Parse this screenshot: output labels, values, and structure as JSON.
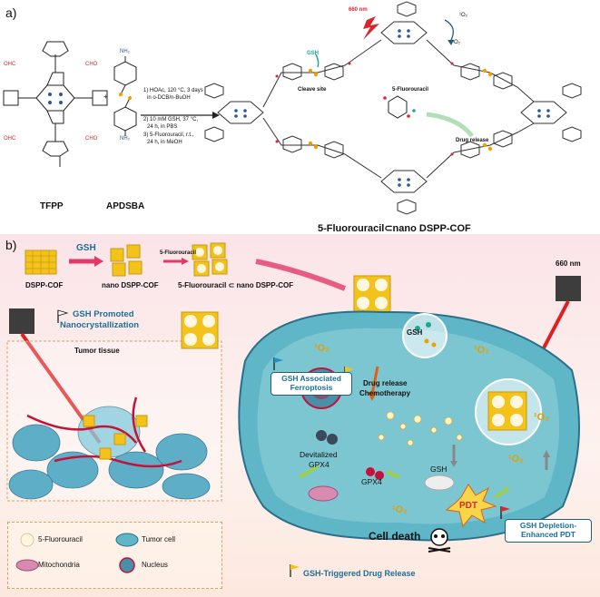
{
  "panel_a": {
    "label": "a)",
    "light_label": "660 nm",
    "singlet_oxygen": "¹O₂",
    "triplet_oxygen": "³O₂",
    "gsh_label": "GSH",
    "cleave_site": "Cleave site",
    "fluorouracil": "5-Fluorouracil",
    "drug_release": "Drug release",
    "tfpp": "TFPP",
    "apdsba": "APDSBA",
    "product": "5-Fluorouracil⊂nano DSPP-COF",
    "cond1_l1": "1) HOAc, 120 °C, 3 days",
    "cond1_l2": "in o-DCB/n-BuOH",
    "cond2_l1": "2) 10 mM GSH, 37 °C,",
    "cond2_l2": "24 h, in PBS",
    "cond3_l1": "3) 5-Fluorouracil, r.t.,",
    "cond3_l2": "24 h, in MeOH",
    "cho": "OHC",
    "cho_r": "CHO",
    "nh2": "NH₂",
    "plus": "+"
  },
  "panel_b": {
    "label": "b)",
    "gsh_top": "GSH",
    "fluorouracil_top": "5-Fluorouracil",
    "dspp_cof": "DSPP-COF",
    "nano_dspp_cof": "nano DSPP-COF",
    "fu_nano_dspp_cof": "5-Fluorouracil ⊂ nano DSPP-COF",
    "light_label": "660 nm",
    "gsh_promoted_l1": "GSH Promoted",
    "gsh_promoted_l2": "Nanocrystallization",
    "tumor_tissue": "Tumor tissue",
    "ferroptosis_l1": "GSH Associated",
    "ferroptosis_l2": "Ferroptosis",
    "drug_release_l1": "Drug release",
    "drug_release_l2": "Chemotherapy",
    "devitalized_l1": "Devitalized",
    "devitalized_l2": "GPX4",
    "gpx4": "GPX4",
    "gsh_cell": "GSH",
    "gsh_ss": "GSH",
    "pdt": "PDT",
    "depletion_l1": "GSH Depletion-",
    "depletion_l2": "Enhanced PDT",
    "cell_death": "Cell death",
    "triggered": "GSH-Triggered Drug Release",
    "o2": "¹O₂"
  },
  "legend": {
    "fluorouracil": "5-Fluorouracil",
    "tumor_cell": "Tumor cell",
    "mitochondria": "Mitochondria",
    "nucleus": "Nucleus"
  },
  "colors": {
    "accent_red": "#d9262c",
    "callout_blue": "#1d6f95",
    "cof_yellow": "#f3c31b",
    "cell_teal": "#5fb6c6"
  }
}
